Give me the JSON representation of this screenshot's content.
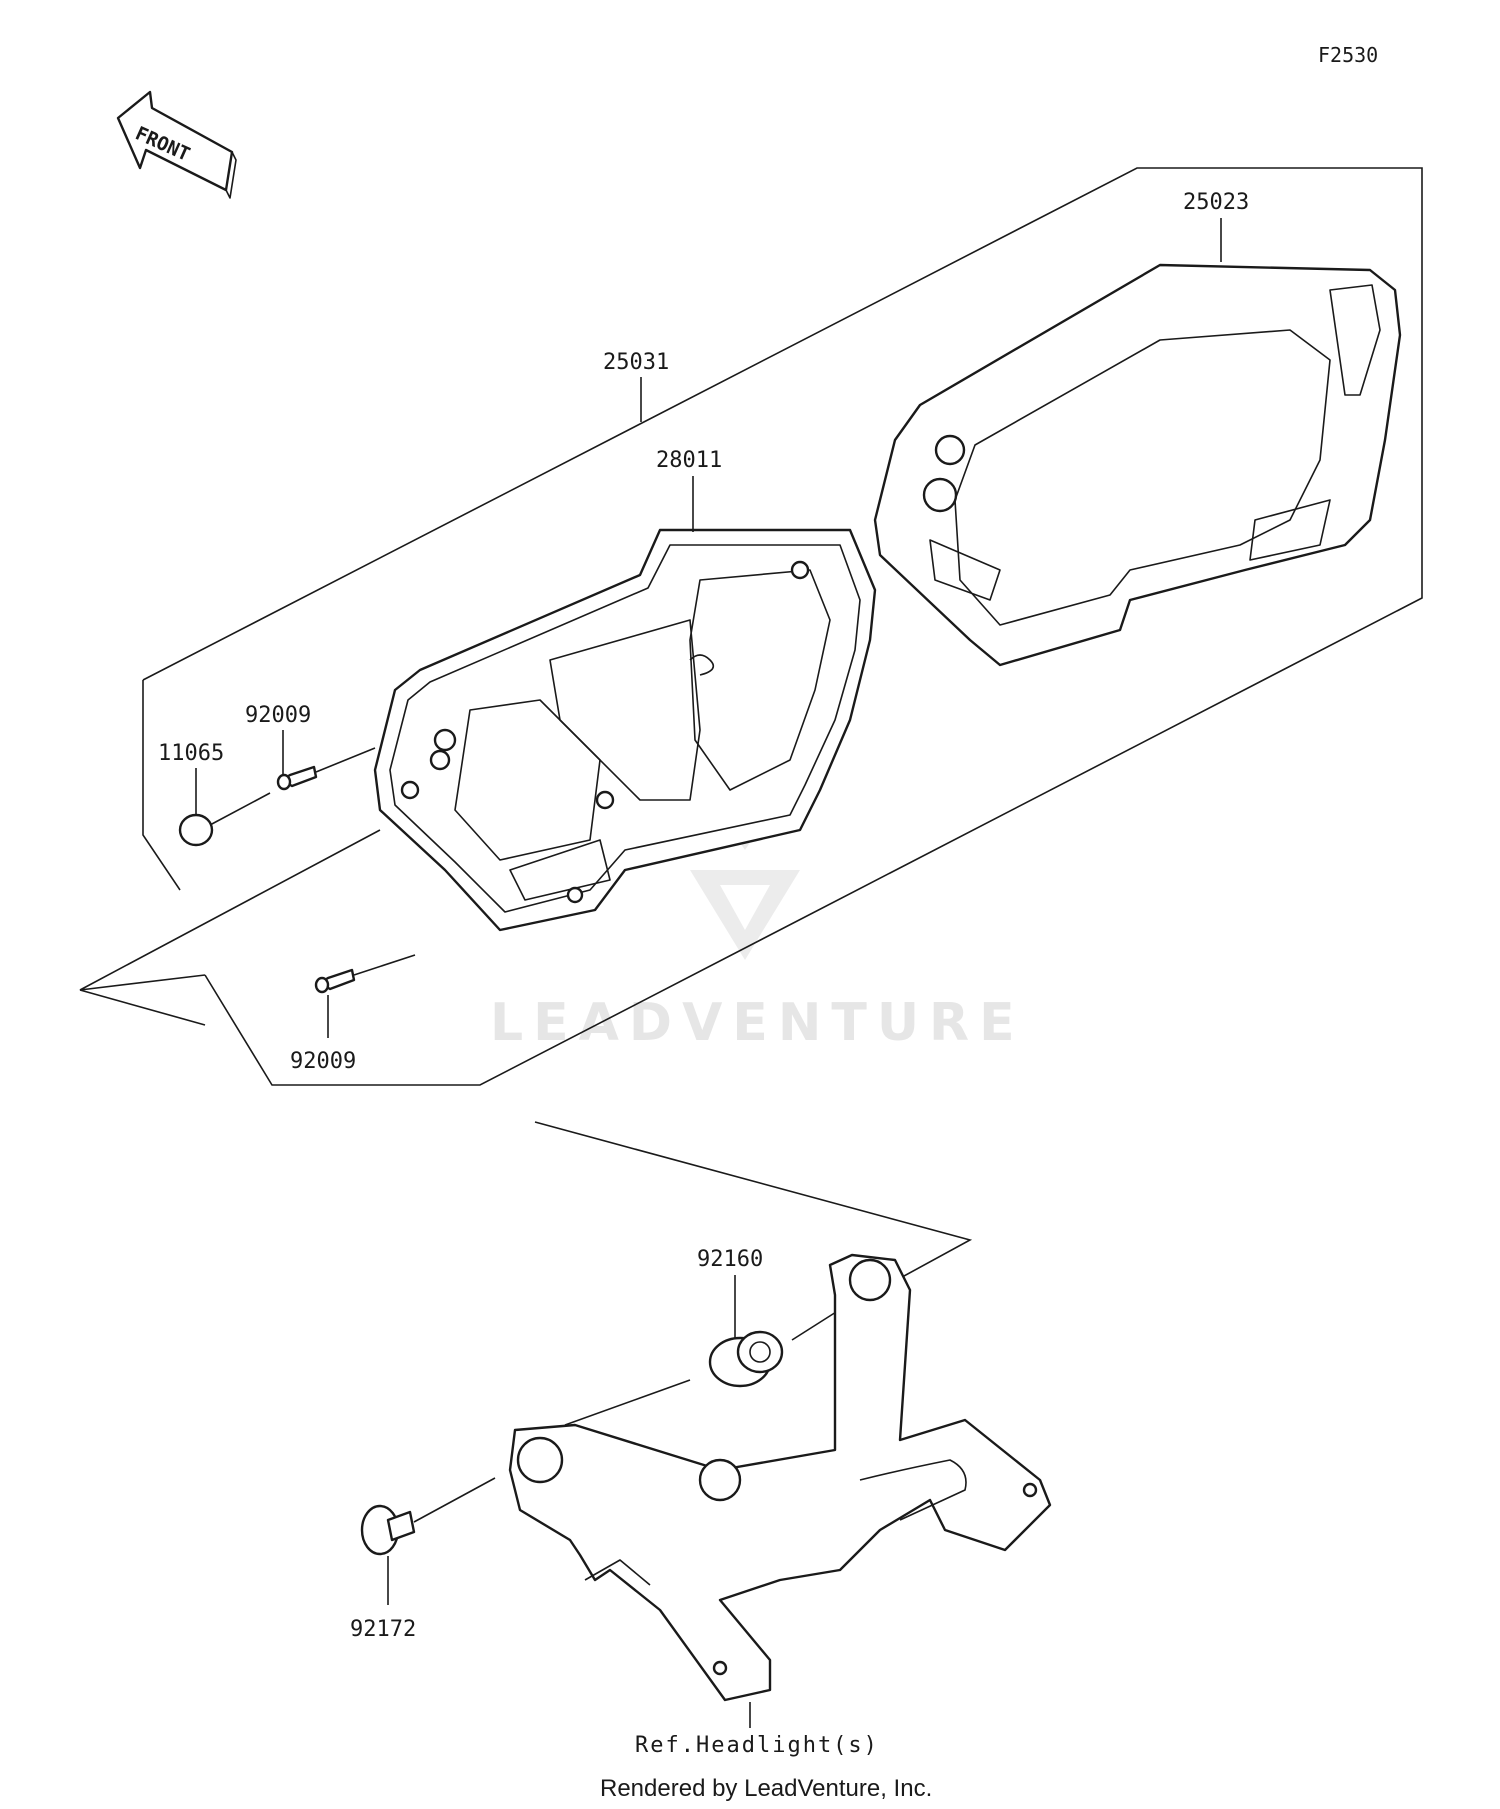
{
  "diagram": {
    "figure_code": "F2530",
    "front_arrow_label": "FRONT",
    "parts": [
      {
        "number": "25023"
      },
      {
        "number": "25031"
      },
      {
        "number": "28011"
      },
      {
        "number": "92009"
      },
      {
        "number": "11065"
      },
      {
        "number": "92009"
      },
      {
        "number": "92160"
      },
      {
        "number": "92172"
      }
    ],
    "reference_label": "Ref.Headlight(s)",
    "watermark_text": "LEADVENTURE",
    "credit": "Rendered by LeadVenture, Inc."
  }
}
